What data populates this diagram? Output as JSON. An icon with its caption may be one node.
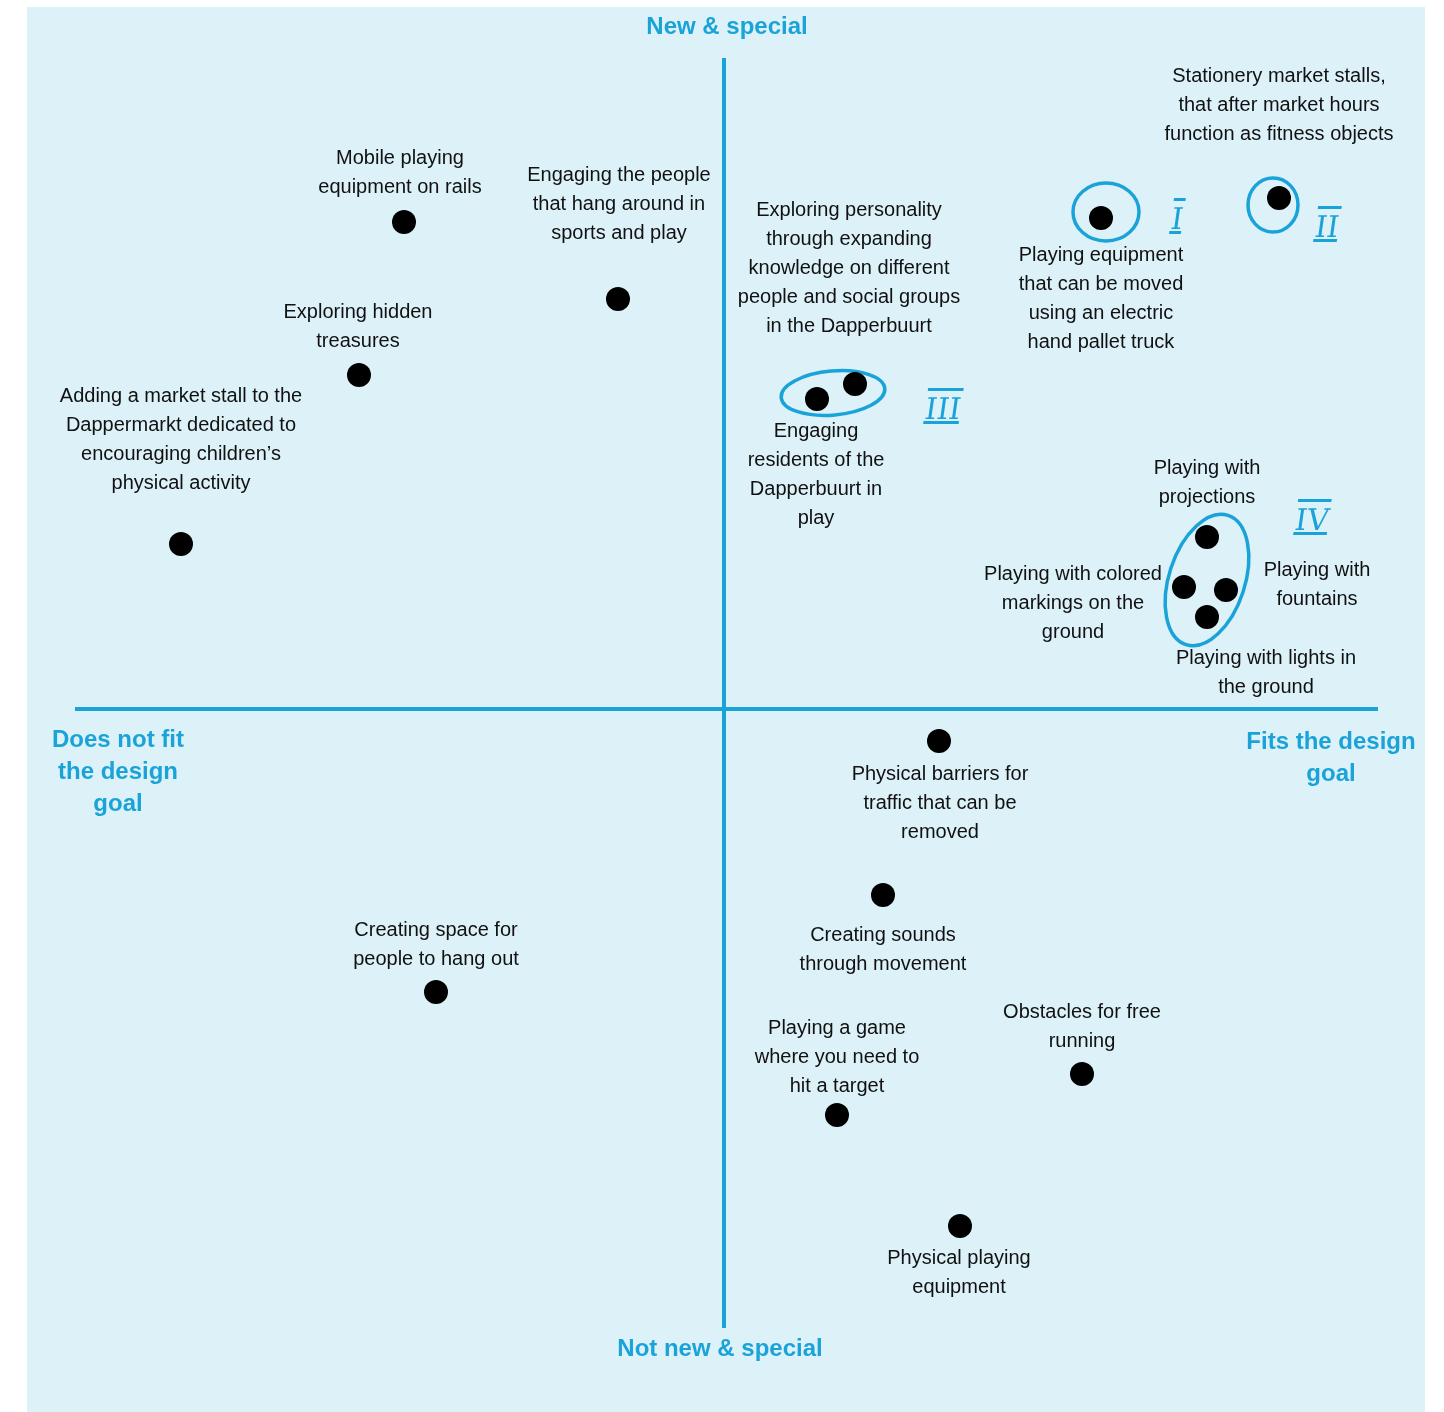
{
  "diagram": {
    "nodes": [
      {
        "text": [
          "Mobile playing equipment on rails"
        ]
      },
      {
        "text": [
          "Engaging the people that hang around in sports and play"
        ]
      },
      {
        "text": [
          "Exploring hidden treasures"
        ]
      },
      {
        "text": [
          "Adding a market stall to the Dappermarkt dedicated to encouraging children’s physical activity"
        ]
      },
      {
        "text": [
          "Exploring personality through expanding knowledge on different people and social groups in the Dapperbuurt"
        ]
      },
      {
        "text": [
          "Engaging residents of the Dapperbuurt in play"
        ]
      },
      {
        "text": [
          "Playing equipment that can be moved using an electric hand pallet truck"
        ]
      },
      {
        "text": [
          "Stationery market stalls, that after market hours function as fitness objects"
        ]
      },
      {
        "text": [
          "Playing with projections"
        ]
      },
      {
        "text": [
          "Playing with colored markings on the ground"
        ]
      },
      {
        "text": [
          "Playing with fountains"
        ]
      },
      {
        "text": [
          "Playing with lights in the ground"
        ]
      },
      {
        "text": [
          "Physical barriers for traffic that can be removed"
        ]
      },
      {
        "text": [
          "Creating sounds through movement"
        ]
      },
      {
        "text": [
          "Creating space for people to hang out"
        ]
      },
      {
        "text": [
          "Playing a game where you need to hit a target"
        ]
      },
      {
        "text": [
          "Obstacles for free running"
        ]
      },
      {
        "text": [
          "Physical playing equipment"
        ]
      }
    ],
    "labels": [
      "New & special",
      "Not new & special",
      "Does not fit the design goal",
      "Fits the design goal",
      "I",
      "II",
      "III",
      "IV"
    ]
  }
}
